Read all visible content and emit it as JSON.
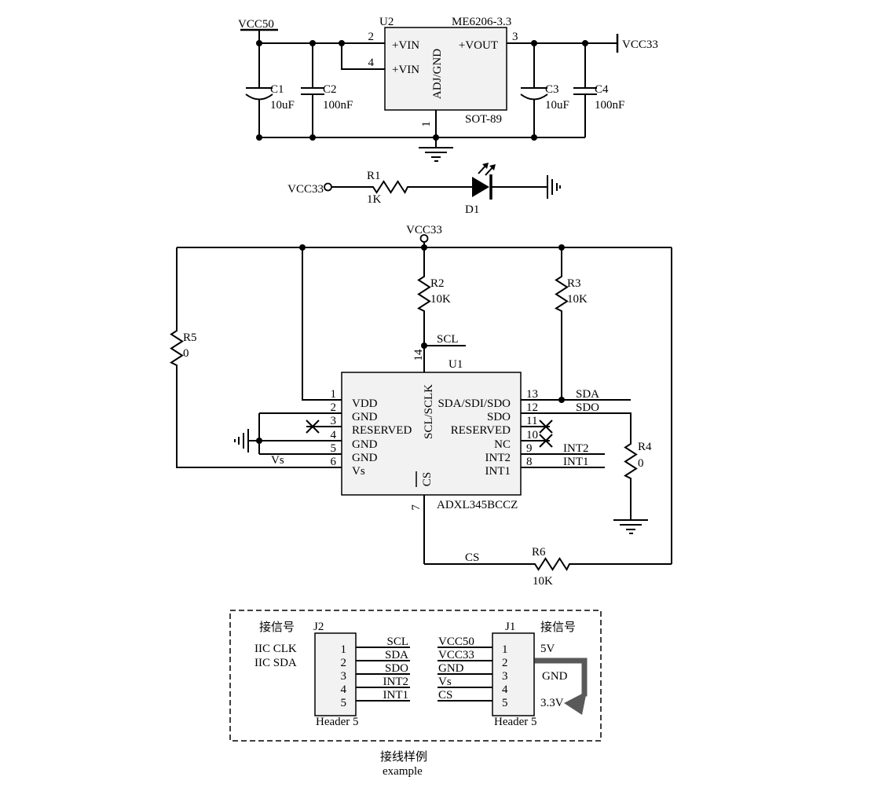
{
  "colors": {
    "line": "#000000",
    "box_fill": "#f2f2f2",
    "arrow": "#595959",
    "background": "#ffffff"
  },
  "power": {
    "vcc50": "VCC50",
    "vcc33": "VCC33",
    "u2": {
      "ref": "U2",
      "part": "ME6206-3.3",
      "package": "SOT-89",
      "pins": [
        {
          "num": "2",
          "name": "+VIN"
        },
        {
          "num": "4",
          "name": "+VIN"
        },
        {
          "num": "3",
          "name": "+VOUT"
        },
        {
          "num": "1",
          "name": "ADJ/GND"
        }
      ]
    },
    "c1": {
      "ref": "C1",
      "value": "10uF"
    },
    "c2": {
      "ref": "C2",
      "value": "100nF"
    },
    "c3": {
      "ref": "C3",
      "value": "10uF"
    },
    "c4": {
      "ref": "C4",
      "value": "100nF"
    }
  },
  "led": {
    "vcc33": "VCC33",
    "r1": {
      "ref": "R1",
      "value": "1K"
    },
    "d1": {
      "ref": "D1"
    }
  },
  "accel": {
    "vcc33": "VCC33",
    "r2": {
      "ref": "R2",
      "value": "10K"
    },
    "r3": {
      "ref": "R3",
      "value": "10K"
    },
    "r4": {
      "ref": "R4",
      "value": "0"
    },
    "r5": {
      "ref": "R5",
      "value": "0"
    },
    "r6": {
      "ref": "R6",
      "value": "10K"
    },
    "nets": {
      "scl": "SCL",
      "sda": "SDA",
      "sdo": "SDO",
      "int2": "INT2",
      "int1": "INT1",
      "vs": "Vs",
      "cs": "CS"
    },
    "u1": {
      "ref": "U1",
      "part": "ADXL345BCCZ",
      "top_pin": {
        "num": "14",
        "name": "SCL/SCLK"
      },
      "bottom_pin": {
        "num": "7",
        "name": "CS"
      },
      "left_pins": [
        {
          "num": "1",
          "name": "VDD"
        },
        {
          "num": "2",
          "name": "GND"
        },
        {
          "num": "3",
          "name": "RESERVED"
        },
        {
          "num": "4",
          "name": "GND"
        },
        {
          "num": "5",
          "name": "GND"
        },
        {
          "num": "6",
          "name": "Vs"
        }
      ],
      "right_pins": [
        {
          "num": "13",
          "name": "SDA/SDI/SDO"
        },
        {
          "num": "12",
          "name": "SDO"
        },
        {
          "num": "11",
          "name": "RESERVED"
        },
        {
          "num": "10",
          "name": "NC"
        },
        {
          "num": "9",
          "name": "INT2"
        },
        {
          "num": "8",
          "name": "INT1"
        }
      ]
    }
  },
  "example": {
    "left_title": "接信号",
    "iic_clk": "IIC CLK",
    "iic_sda": "IIC SDA",
    "j2": {
      "ref": "J2",
      "type": "Header 5",
      "pins": [
        "1",
        "2",
        "3",
        "4",
        "5"
      ],
      "nets": [
        "SCL",
        "SDA",
        "SDO",
        "INT2",
        "INT1"
      ]
    },
    "j1": {
      "ref": "J1",
      "type": "Header 5",
      "pins": [
        "1",
        "2",
        "3",
        "4",
        "5"
      ],
      "nets": [
        "VCC50",
        "VCC33",
        "GND",
        "Vs",
        "CS"
      ]
    },
    "right_title": "接信号",
    "right_marks": [
      "5V",
      "GND",
      "3.3V"
    ],
    "caption_cn": "接线样例",
    "caption_en": "example"
  }
}
